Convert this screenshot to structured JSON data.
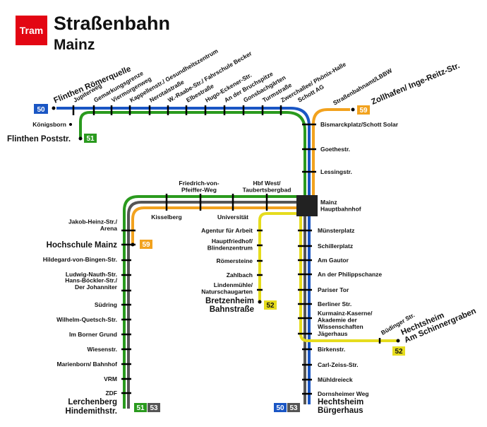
{
  "header": {
    "logo": "Tram",
    "title": "Straßenbahn",
    "subtitle": "Mainz"
  },
  "lines": {
    "l50": {
      "label": "50",
      "color": "#1a56c4"
    },
    "l51": {
      "label": "51",
      "color": "#2a9a1e"
    },
    "l52": {
      "label": "52",
      "color": "#e6dc1e"
    },
    "l53": {
      "label": "53",
      "color": "#555555"
    },
    "l59": {
      "label": "59",
      "color": "#f2a21e"
    }
  },
  "termini": {
    "roemerquelle": "Flinthen Römerquelle",
    "poststr": "Flinthen Poststr.",
    "hochschule": "Hochschule Mainz",
    "lerchenberg": "Lerchenberg\nHindemithstr.",
    "bretzenheim": "Bretzenheim\nBahnstraße",
    "zollhafen": "Zollhafen/ Inge-Reitz-Str.",
    "schinnergraben": "Hechtsheim\nAm Schinnergraben",
    "buergerhaus": "Hechtsheim\nBürgerhaus"
  },
  "stations": {
    "koenigsborn": "Königsborn",
    "top_row": [
      "Jupiterweg",
      "Gemarkungsgrenze",
      "Viermorgenweg",
      "Kappellenstr./ Gesundheitszentrum",
      "Nerotalstraße",
      "W.-Raabe-Str./ Fahrschule Becker",
      "Elbestraße",
      "Hugo-Eckener-Str.",
      "An der Bruchspitze",
      "Gonsbachgärten",
      "Turmstraße",
      "Zwerchallee/ Phönix-Halle",
      "Schott AG"
    ],
    "strassenbahnamt": "Straßenbahnamt/LBBW",
    "east_trunk": [
      "Bismarckplatz/Schott Solar",
      "Goethestr.",
      "Lessingstr."
    ],
    "hbf": "Mainz\nHauptbahnhof",
    "south_trunk": [
      "Münsterplatz",
      "Schillerplatz",
      "Am Gautor",
      "An der Philippschanze",
      "Pariser Tor",
      "Berliner Str.",
      "Kurmainz-Kaserne/\nAkademie der\nWissenschaften",
      "Jägerhaus"
    ],
    "buedinger": "Büdinger Str.",
    "south_end": [
      "Birkenstr.",
      "Carl-Zeiss-Str.",
      "Mühldreieck",
      "Dornsheimer Weg"
    ],
    "mid_upper": [
      "Friedrich-von-\nPfeiffer-Weg",
      "Hbf West/\nTaubertsbergbad"
    ],
    "mid_lower": [
      "Kisselberg",
      "Universität"
    ],
    "west_branch": [
      "Jakob-Heinz-Str./\nArena",
      "Hildegard-von-Bingen-Str.",
      "Ludwig-Nauth-Str.",
      "Hans-Böckler-Str./\nDer Johanniter",
      "Südring",
      "Wilhelm-Quetsch-Str.",
      "Im Borner Grund",
      "Wiesenstr.",
      "Marienborn/ Bahnhof",
      "VRM",
      "ZDF"
    ],
    "bretz_branch": [
      "Agentur für Arbeit",
      "Hauptfriedhof/\nBlindenzentrum",
      "Römersteine",
      "Zahlbach",
      "Lindenmühle/\nNaturschaugarten"
    ]
  }
}
